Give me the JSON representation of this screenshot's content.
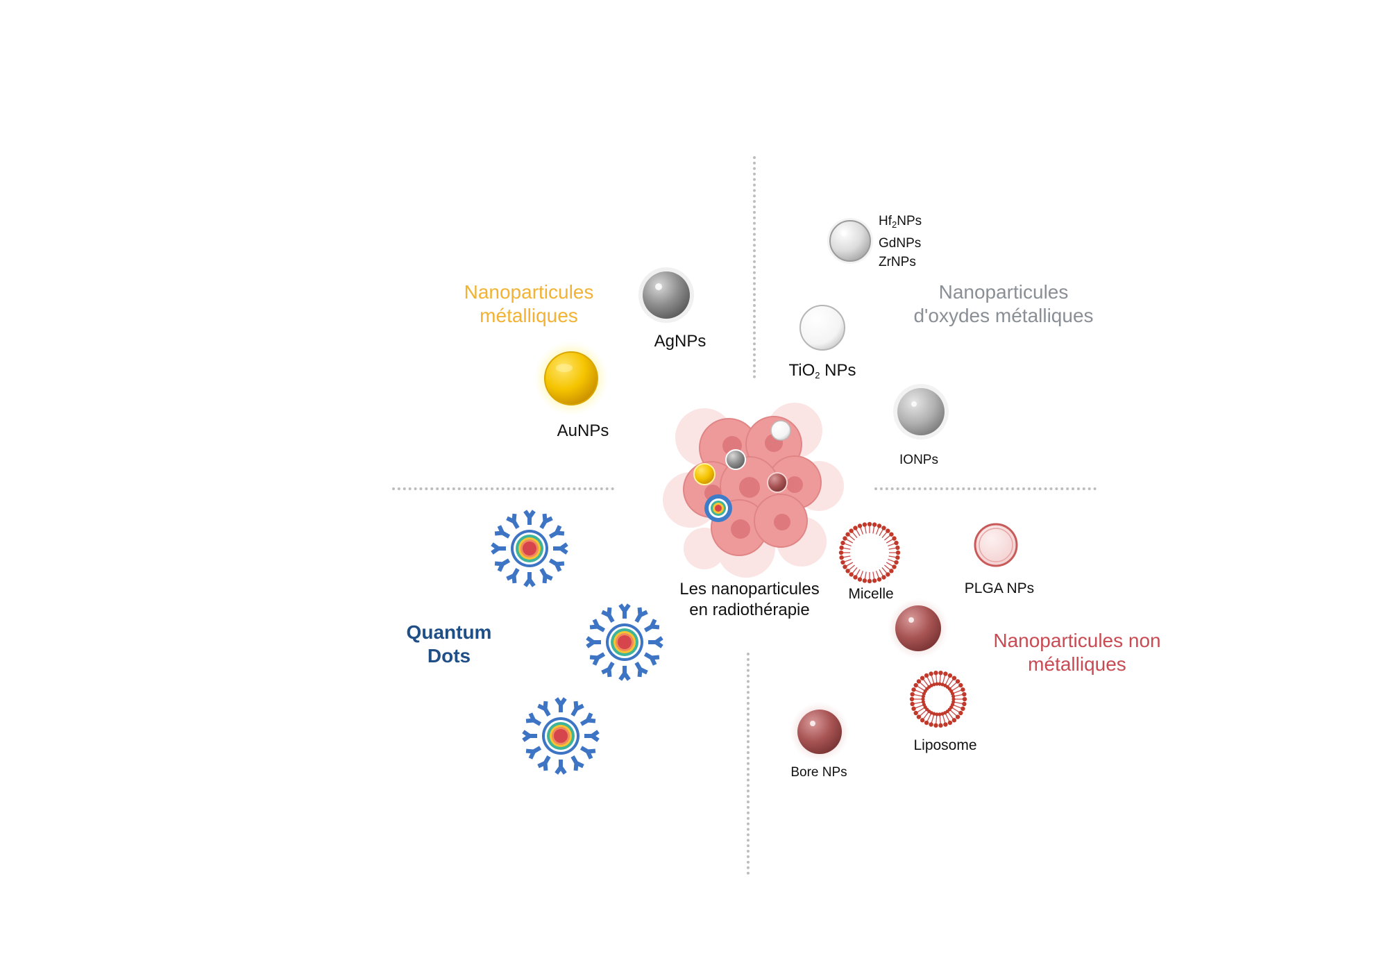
{
  "center_title": [
    "Les nanoparticules",
    "en radiothérapie"
  ],
  "categories": {
    "metallic": {
      "lines": [
        "Nanoparticules",
        "métalliques"
      ],
      "color": "#f2b233"
    },
    "oxide": {
      "lines": [
        "Nanoparticules",
        "d'oxydes métalliques"
      ],
      "color": "#8a8f96"
    },
    "quantum": {
      "lines": [
        "Quantum",
        "Dots"
      ],
      "color": "#1f4f86"
    },
    "nonmetallic": {
      "lines": [
        "Nanoparticules non",
        "métalliques"
      ],
      "color": "#c84a52"
    }
  },
  "particles": {
    "agnps": "AgNPs",
    "aunps": "AuNPs",
    "hf_gd_zr": {
      "hf_base": "Hf",
      "hf_sub": "2",
      "hf_rest": "NPs",
      "gd": "GdNPs",
      "zr": "ZrNPs"
    },
    "tio2": {
      "base": "TiO",
      "sub": "2",
      "rest": " NPs"
    },
    "ionps": "IONPs",
    "micelle": "Micelle",
    "plga": "PLGA NPs",
    "liposome": "Liposome",
    "bore": "Bore NPs"
  },
  "icons": [
    "tumor-cell-cluster-icon",
    "gold-sphere-icon",
    "silver-sphere-icon",
    "white-sphere-icon",
    "grey-sphere-icon",
    "quantum-dot-icon",
    "micelle-icon",
    "liposome-icon",
    "plga-icon",
    "bore-sphere-icon"
  ]
}
